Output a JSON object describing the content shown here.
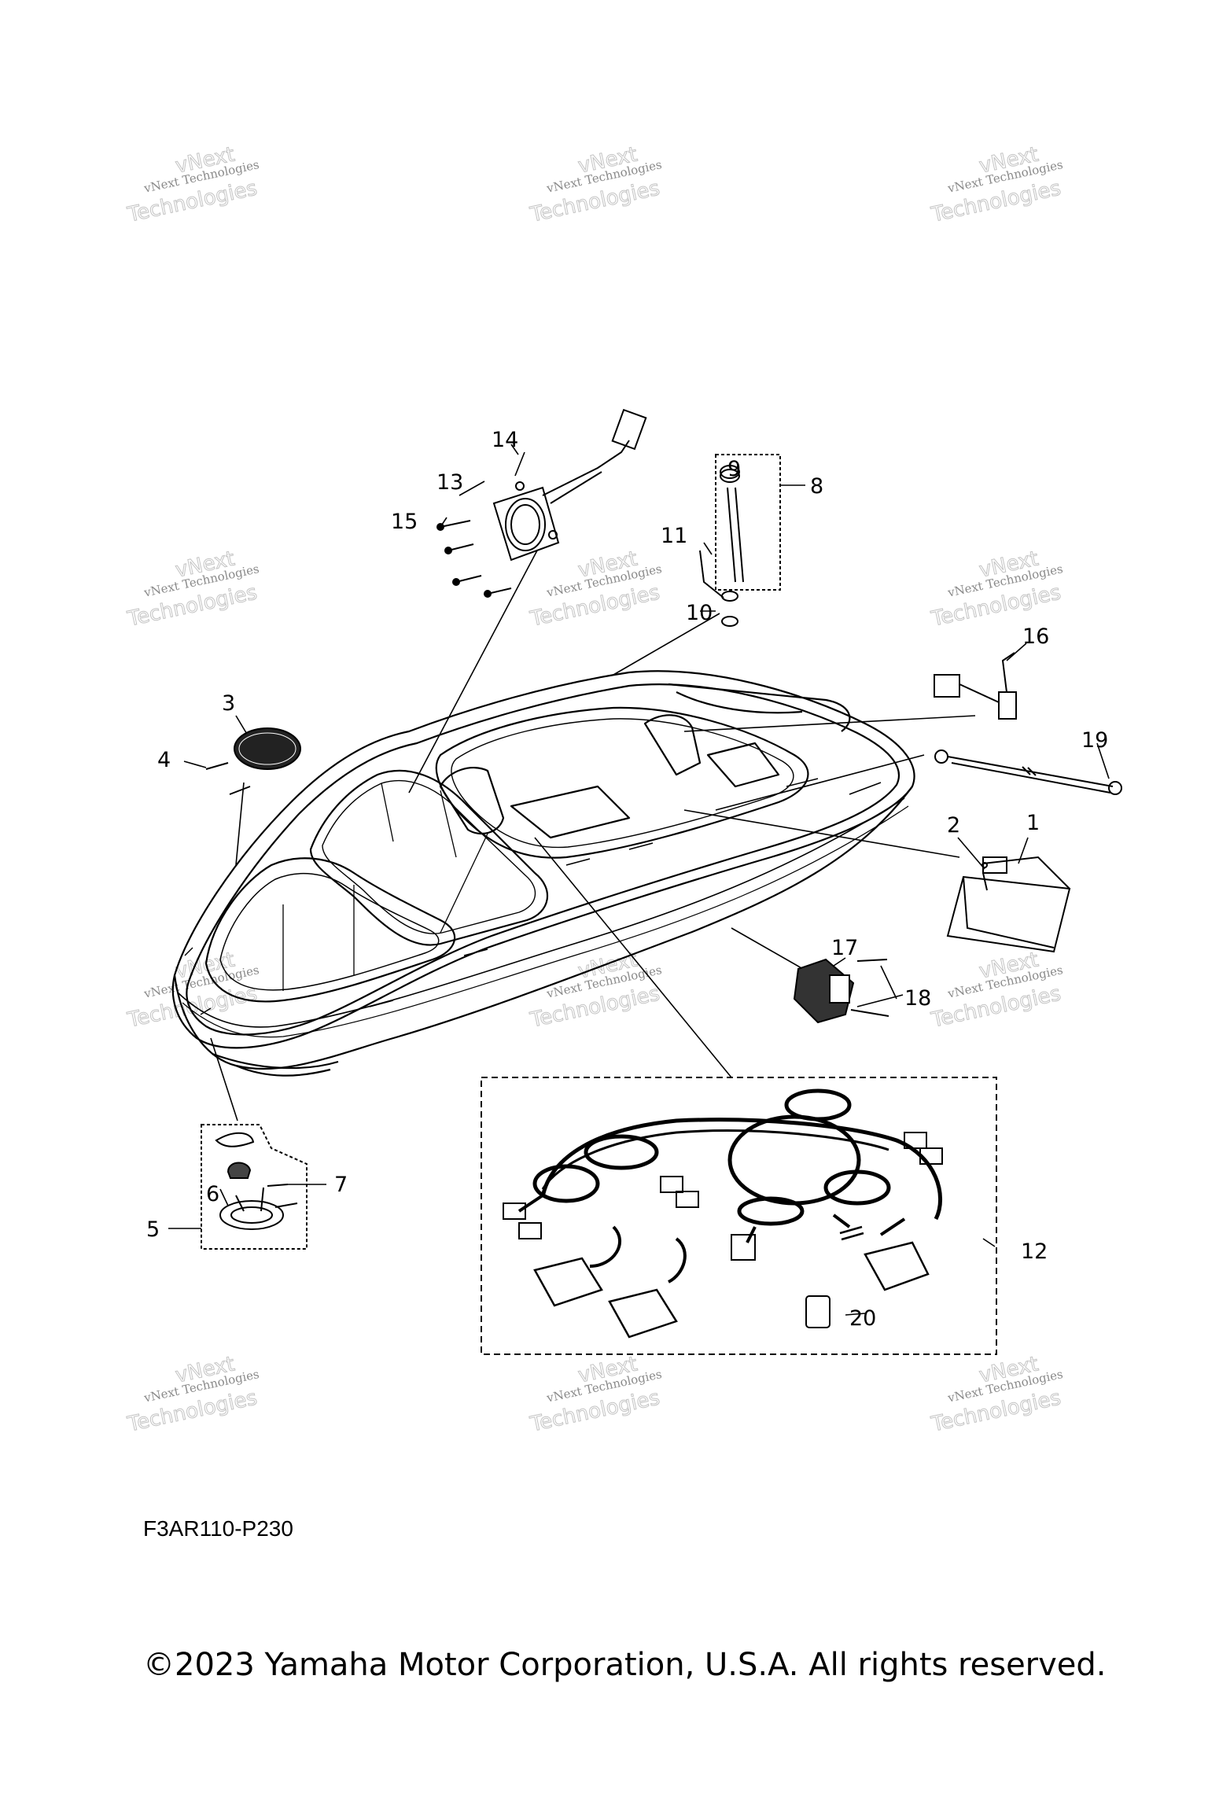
{
  "watermark": {
    "line1": "vNext Technologies",
    "line2": "vNext",
    "line3": "Technologies"
  },
  "callouts": {
    "c1": "1",
    "c2": "2",
    "c3": "3",
    "c4": "4",
    "c5": "5",
    "c6": "6",
    "c7": "7",
    "c8": "8",
    "c9": "9",
    "c10": "10",
    "c11": "11",
    "c12": "12",
    "c13": "13",
    "c14": "14",
    "c15": "15",
    "c16": "16",
    "c17": "17",
    "c18": "18",
    "c19": "19",
    "c20": "20"
  },
  "diagram_code": "F3AR110-P230",
  "copyright": "©2023 Yamaha Motor Corporation, U.S.A. All rights reserved."
}
